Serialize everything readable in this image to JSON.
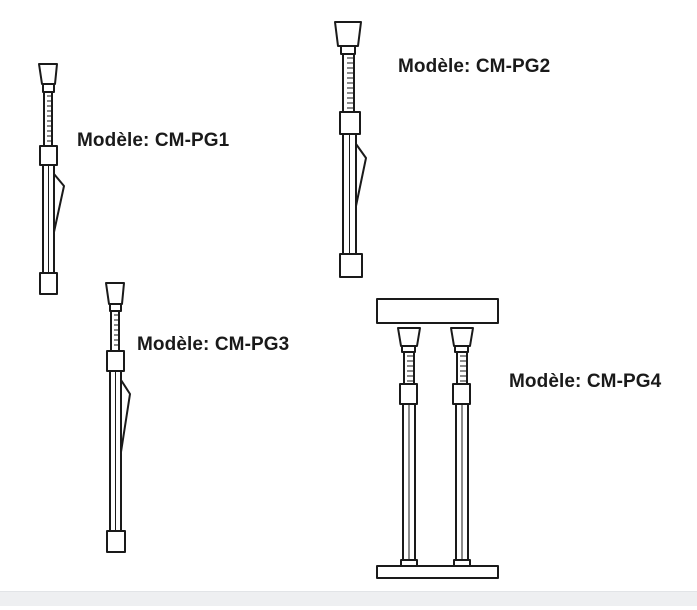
{
  "models": [
    {
      "label": "Modèle: CM-PG1"
    },
    {
      "label": "Modèle: CM-PG2"
    },
    {
      "label": "Modèle: CM-PG3"
    },
    {
      "label": "Modèle: CM-PG4"
    }
  ],
  "colors": {
    "ink": "#1a1a1a",
    "background": "#ffffff",
    "footer": "#eeeff1"
  }
}
